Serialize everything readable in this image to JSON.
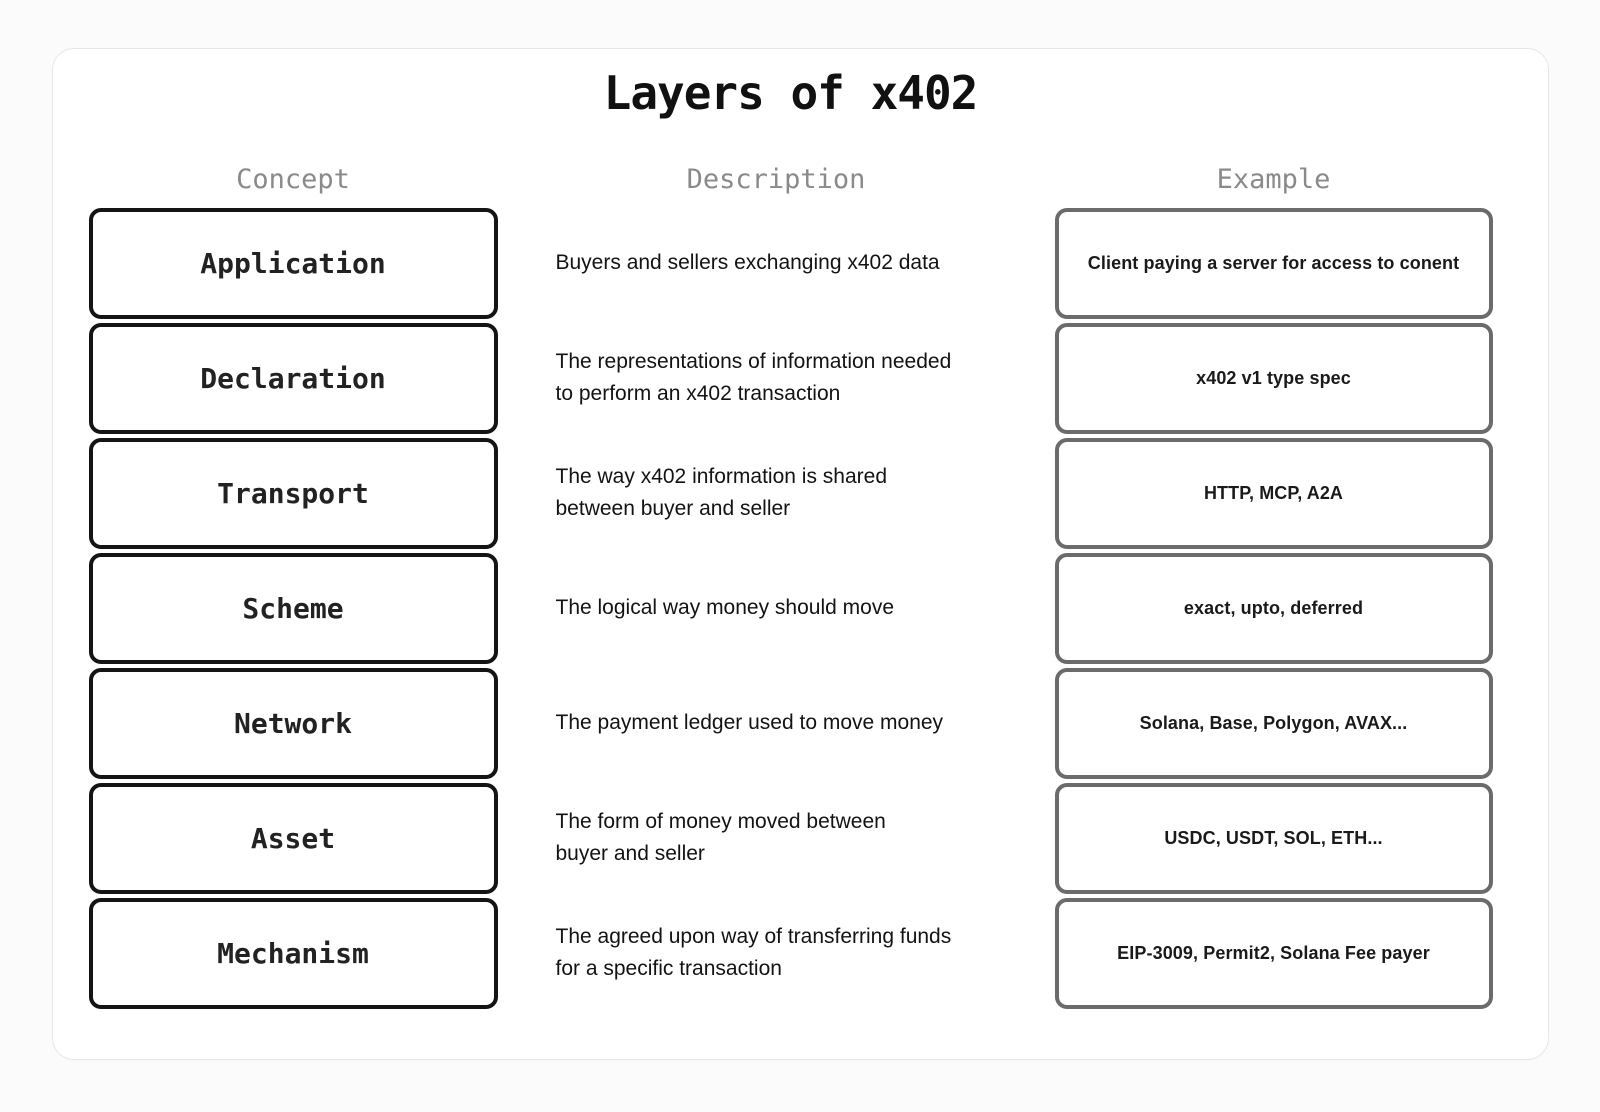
{
  "title": "Layers of x402",
  "columns": {
    "concept": "Concept",
    "description": "Description",
    "example": "Example"
  },
  "rows": [
    {
      "concept": "Application",
      "description": "Buyers and sellers exchanging x402 data",
      "example": "Client paying a server for access to conent"
    },
    {
      "concept": "Declaration",
      "description": "The representations of information needed\nto perform an x402 transaction",
      "example": "x402 v1 type spec"
    },
    {
      "concept": "Transport",
      "description": "The way x402 information is shared\nbetween buyer and seller",
      "example": "HTTP, MCP, A2A"
    },
    {
      "concept": "Scheme",
      "description": "The logical way money should move",
      "example": "exact, upto, deferred"
    },
    {
      "concept": "Network",
      "description": "The payment ledger used to move money",
      "example": "Solana, Base, Polygon, AVAX..."
    },
    {
      "concept": "Asset",
      "description": "The form of money moved between\nbuyer and seller",
      "example": "USDC, USDT, SOL, ETH..."
    },
    {
      "concept": "Mechanism",
      "description": "The agreed upon way of transferring funds\nfor a specific transaction",
      "example": "EIP-3009, Permit2, Solana Fee payer"
    }
  ],
  "colors": {
    "concept_border": "#141414",
    "example_border": "#6b6b6b",
    "header_text": "#8a8a8a",
    "text": "#111111"
  }
}
